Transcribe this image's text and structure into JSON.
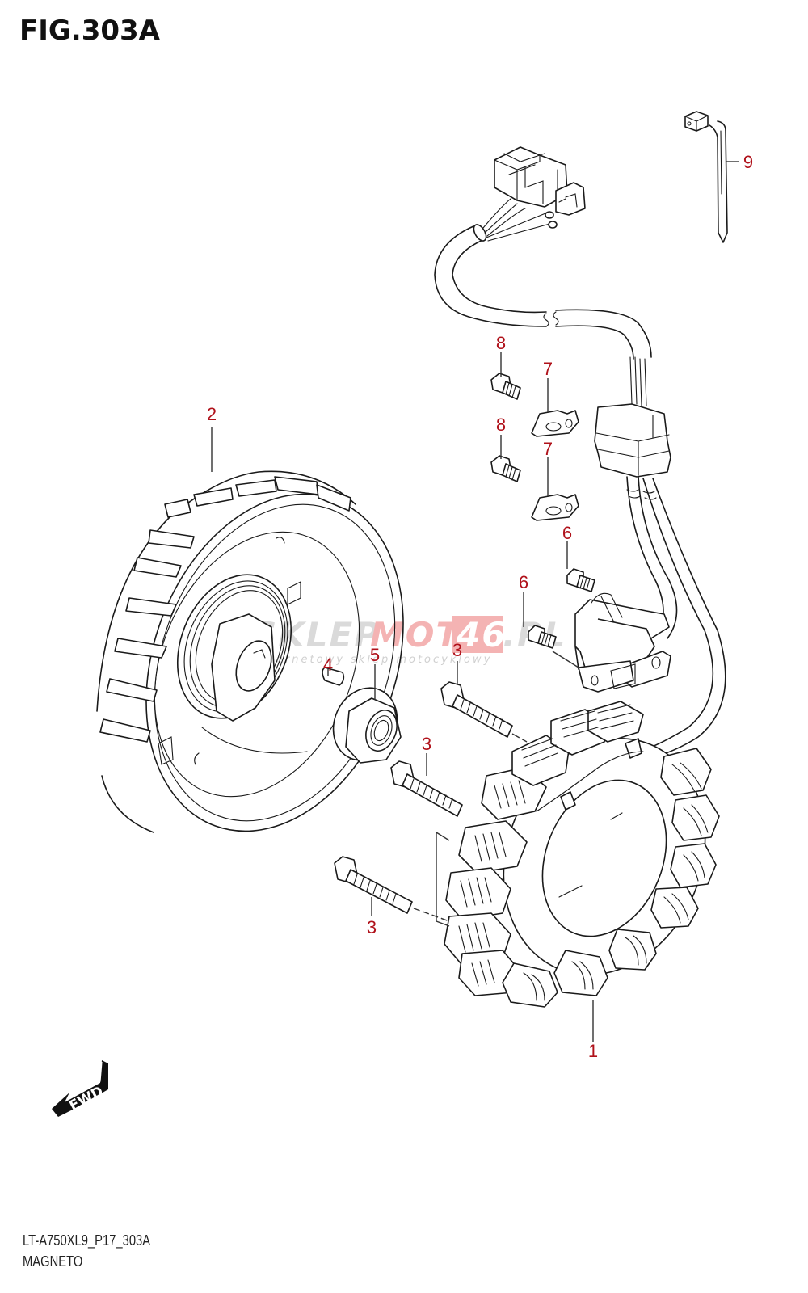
{
  "figure": {
    "title": "FIG.303A",
    "code": "LT-A750XL9_P17_303A",
    "name": "MAGNETO"
  },
  "watermark": {
    "part1": "SKLEP",
    "part2": "MOTO",
    "part3": "46",
    "part4": ".PL",
    "subtitle": "internetowy sklep motocyklowy",
    "colors": {
      "grey": "#d4d4d4",
      "red": "#f3a6a6"
    }
  },
  "direction_badge": {
    "label": "FWD",
    "icon": "forward-arrow-icon"
  },
  "callout_color": "#b0111a",
  "callouts": [
    {
      "number": "1",
      "part": "stator"
    },
    {
      "number": "2",
      "part": "rotor"
    },
    {
      "number": "3",
      "part": "bolt-upper"
    },
    {
      "number": "3",
      "part": "bolt-middle"
    },
    {
      "number": "3",
      "part": "bolt-lower"
    },
    {
      "number": "4",
      "part": "key"
    },
    {
      "number": "5",
      "part": "rotor-nut"
    },
    {
      "number": "6",
      "part": "screw-upper"
    },
    {
      "number": "6",
      "part": "screw-lower"
    },
    {
      "number": "7",
      "part": "clamp-upper"
    },
    {
      "number": "7",
      "part": "clamp-lower"
    },
    {
      "number": "8",
      "part": "screw-upper"
    },
    {
      "number": "8",
      "part": "screw-lower"
    },
    {
      "number": "9",
      "part": "tie"
    }
  ]
}
